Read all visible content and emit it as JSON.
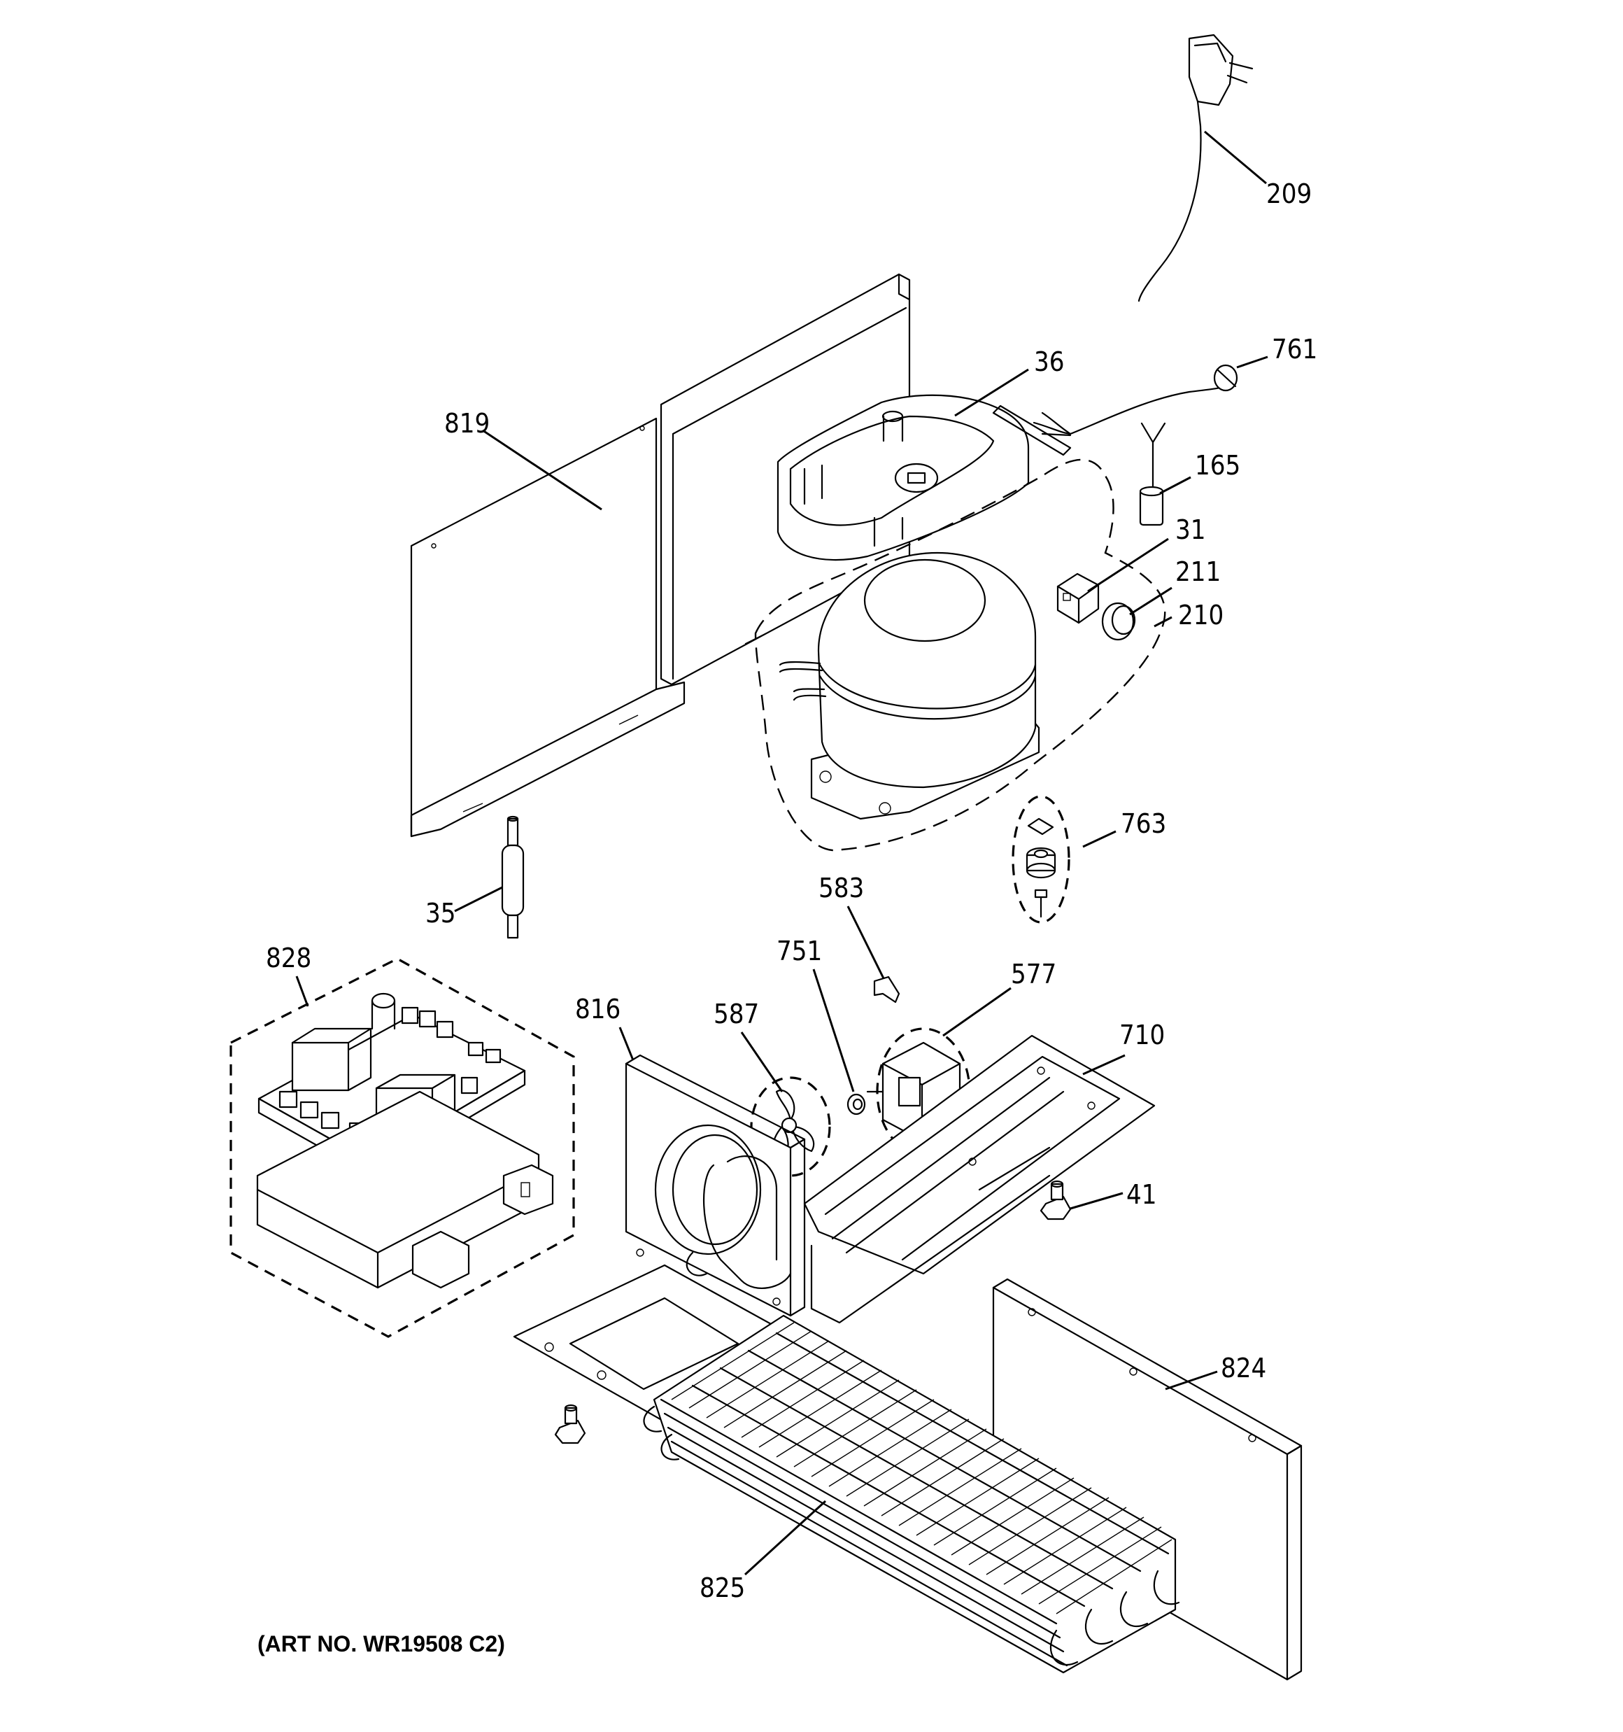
{
  "diagram": {
    "type": "exploded-parts-diagram",
    "caption": "(ART NO. WR19508 C2)",
    "callouts": [
      {
        "id": "209",
        "label": "209"
      },
      {
        "id": "761",
        "label": "761"
      },
      {
        "id": "36",
        "label": "36"
      },
      {
        "id": "819",
        "label": "819"
      },
      {
        "id": "165",
        "label": "165"
      },
      {
        "id": "31",
        "label": "31"
      },
      {
        "id": "211",
        "label": "211"
      },
      {
        "id": "210",
        "label": "210"
      },
      {
        "id": "763",
        "label": "763"
      },
      {
        "id": "35",
        "label": "35"
      },
      {
        "id": "583",
        "label": "583"
      },
      {
        "id": "828",
        "label": "828"
      },
      {
        "id": "751",
        "label": "751"
      },
      {
        "id": "577",
        "label": "577"
      },
      {
        "id": "816",
        "label": "816"
      },
      {
        "id": "587",
        "label": "587"
      },
      {
        "id": "710",
        "label": "710"
      },
      {
        "id": "41",
        "label": "41"
      },
      {
        "id": "824",
        "label": "824"
      },
      {
        "id": "825",
        "label": "825"
      }
    ]
  }
}
